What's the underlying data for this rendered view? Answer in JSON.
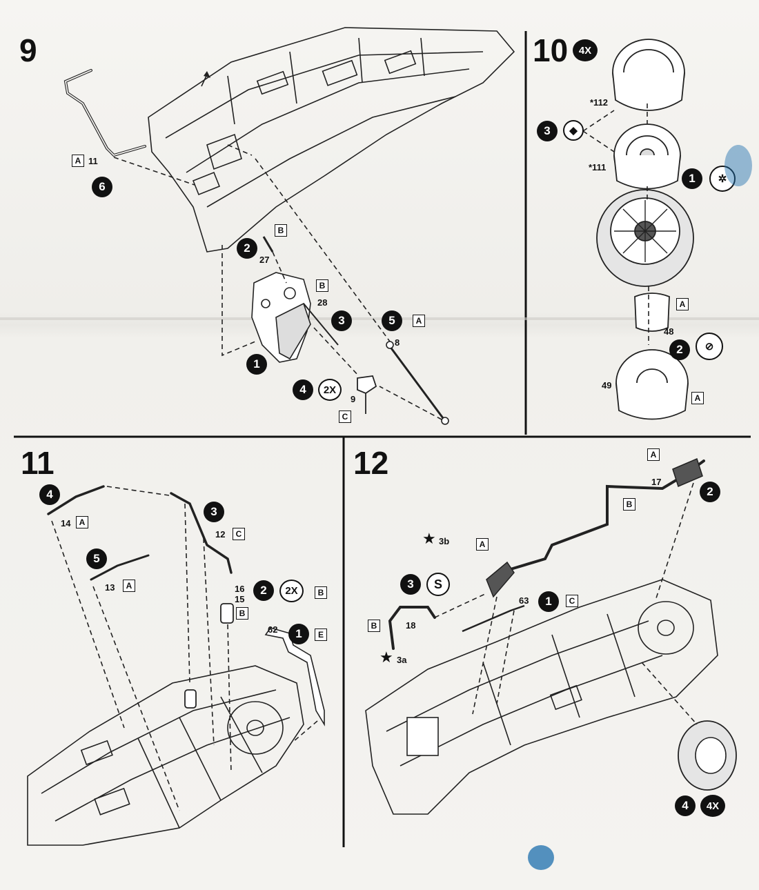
{
  "steps": {
    "s9": {
      "number": "9",
      "parts": {
        "p11": "11",
        "p27": "27",
        "p28": "28",
        "p8": "8",
        "p9": "9"
      },
      "letters": {
        "a11": "A",
        "b27": "B",
        "b28": "B",
        "a5": "A",
        "c9": "C"
      },
      "callouts": {
        "c6": "6",
        "c2": "2",
        "c3": "3",
        "c5": "5",
        "c1": "1",
        "c4": "4",
        "qty": "2X"
      }
    },
    "s10": {
      "number": "10",
      "qty": "4X",
      "parts": {
        "p112": "*112",
        "p111": "*111",
        "p48": "48",
        "p49": "49"
      },
      "letters": {
        "a48": "A",
        "a49": "A"
      },
      "callouts": {
        "c3": "3",
        "c1": "1",
        "c2": "2"
      }
    },
    "s11": {
      "number": "11",
      "parts": {
        "p14": "14",
        "p13": "13",
        "p12": "12",
        "p16": "16",
        "p15": "15",
        "p62": "62"
      },
      "letters": {
        "a14": "A",
        "a13": "A",
        "c12": "C",
        "b2": "B",
        "b16": "B",
        "e62": "E"
      },
      "callouts": {
        "c4": "4",
        "c5": "5",
        "c3": "3",
        "c2": "2",
        "qty": "2X",
        "c1": "1"
      }
    },
    "s12": {
      "number": "12",
      "parts": {
        "p17": "17",
        "p63": "63",
        "p18": "18"
      },
      "letters": {
        "a_top": "A",
        "b_pipe": "B",
        "a_muffler": "A",
        "c63": "C",
        "b18": "B"
      },
      "callouts": {
        "c2": "2",
        "c3": "3",
        "s": "S",
        "c1": "1",
        "c4": "4",
        "qty": "4X"
      },
      "stars": {
        "s3b": "3b",
        "s3a": "3a"
      }
    }
  }
}
